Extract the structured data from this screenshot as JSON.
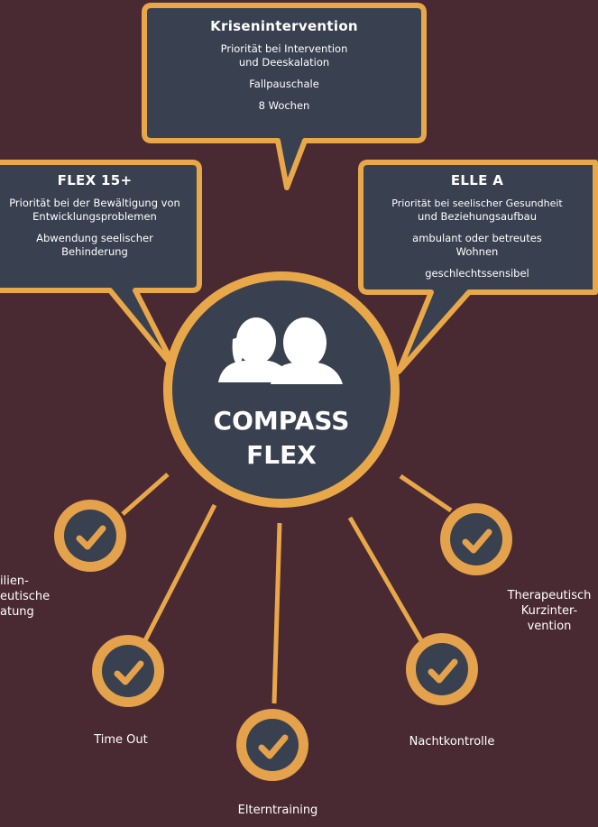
{
  "colors": {
    "background": "#4a2a32",
    "box_fill": "#39404f",
    "accent": "#e8a84a",
    "check_circle": "#e3a24b",
    "text": "#ffffff"
  },
  "center": {
    "title_lines": [
      "COMPASS",
      "FLEX"
    ],
    "icon": "two-people-icon"
  },
  "boxes": {
    "top": {
      "title": "Krisenintervention",
      "lines": [
        "Priorität bei Intervention",
        "und Deeskalation",
        "",
        "Fallpauschale",
        "",
        "8 Wochen"
      ]
    },
    "left": {
      "title": "FLEX 15+",
      "lines": [
        "Priorität bei der Bewältigung von",
        "Entwicklungsproblemen",
        "",
        "Abwendung seelischer",
        "Behinderung"
      ]
    },
    "right": {
      "title": "ELLE A",
      "lines": [
        "Priorität bei seelischer Gesundheit",
        "und Beziehungsaufbau",
        "",
        "ambulant oder betreutes",
        "Wohnen",
        "",
        "geschlechtssensibel"
      ]
    }
  },
  "services": [
    {
      "label_lines": [
        "ilien-",
        "eutische",
        "atung"
      ],
      "icon": "checkmark-icon"
    },
    {
      "label_lines": [
        "Time Out"
      ],
      "icon": "checkmark-icon"
    },
    {
      "label_lines": [
        "Elterntraining"
      ],
      "icon": "checkmark-icon"
    },
    {
      "label_lines": [
        "Nachtkontrolle"
      ],
      "icon": "checkmark-icon"
    },
    {
      "label_lines": [
        "Therapeutisch",
        "Kurzinter-",
        "vention"
      ],
      "icon": "checkmark-icon"
    }
  ]
}
